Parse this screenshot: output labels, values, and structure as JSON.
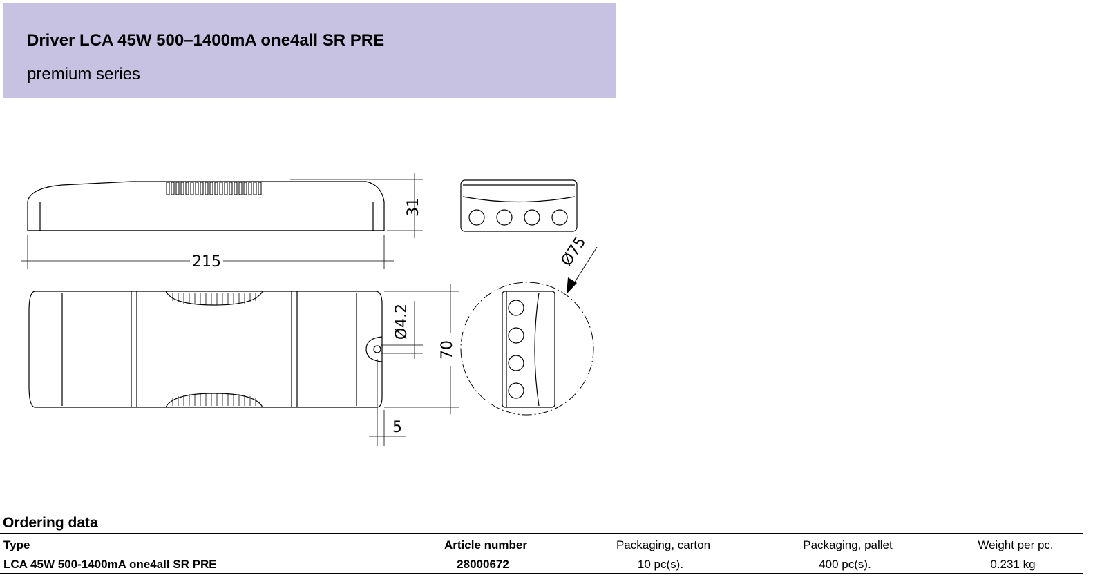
{
  "header": {
    "title": "Driver LCA 45W 500–1400mA one4all SR PRE",
    "subtitle": "premium series",
    "band_color": "#c7c1e2"
  },
  "drawing": {
    "dimensions": {
      "length": "215",
      "height": "31",
      "width": "70",
      "hole": "Ø4.2",
      "offset": "5",
      "cutout": "Ø75"
    }
  },
  "ordering": {
    "section_title": "Ordering data",
    "columns": [
      "Type",
      "Article number",
      "Packaging, carton",
      "Packaging, pallet",
      "Weight per pc."
    ],
    "rows": [
      [
        "LCA 45W 500-1400mA one4all SR PRE",
        "28000672",
        "10 pc(s).",
        "400 pc(s).",
        "0.231 kg"
      ]
    ]
  }
}
